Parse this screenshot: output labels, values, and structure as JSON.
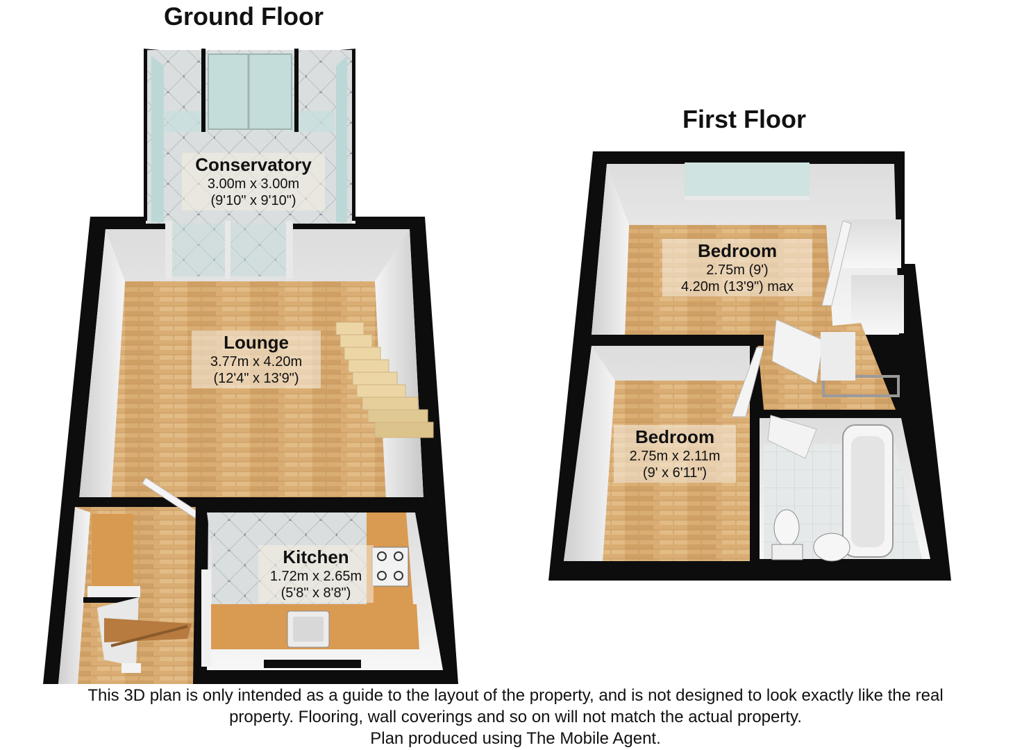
{
  "floors": {
    "ground": {
      "title": "Ground Floor",
      "rooms": [
        {
          "name": "Conservatory",
          "dim1": "3.00m x 3.00m",
          "dim2": "(9'10\" x 9'10\")"
        },
        {
          "name": "Lounge",
          "dim1": "3.77m x 4.20m",
          "dim2": "(12'4\" x 13'9\")"
        },
        {
          "name": "Kitchen",
          "dim1": "1.72m x 2.65m",
          "dim2": "(5'8\" x 8'8\")"
        }
      ]
    },
    "first": {
      "title": "First Floor",
      "rooms": [
        {
          "name": "Bedroom",
          "dim1": "2.75m (9')",
          "dim2": "4.20m (13'9\") max"
        },
        {
          "name": "Bedroom",
          "dim1": "2.75m x 2.11m",
          "dim2": "(9' x 6'11\")"
        }
      ]
    }
  },
  "disclaimer": {
    "line1": "This 3D plan is only intended as a guide to the layout of the property, and is not designed to look exactly like the real",
    "line2": "property. Flooring, wall coverings and so on will not match the actual property.",
    "line3": "Plan produced using The Mobile Agent."
  },
  "colors": {
    "wall": "#0d0d0d",
    "wood_floor": "#d7ab71",
    "tile_floor": "#d6dadb",
    "glass": "#c8e0de",
    "worktop": "#d99a52"
  }
}
